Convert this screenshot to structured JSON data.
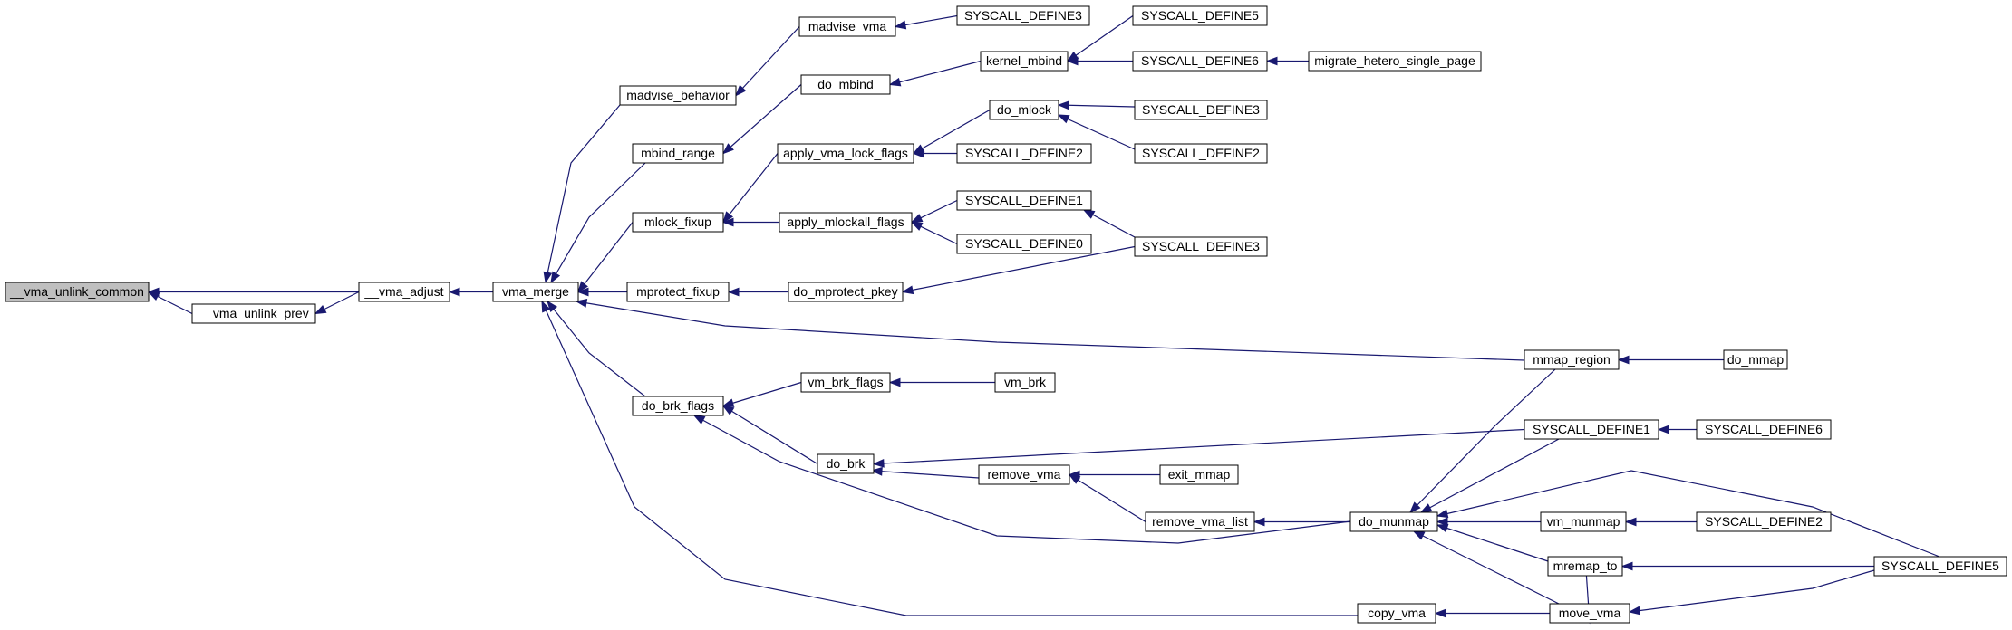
{
  "graph": {
    "colors": {
      "edge": "#191970",
      "node_border": "#000000",
      "root_fill": "#bfbfbf",
      "node_fill": "#ffffff",
      "background": "#ffffff"
    },
    "nodes": {
      "vma_unlink_common": "__vma_unlink_common",
      "vma_adjust": "__vma_adjust",
      "vma_unlink_prev": "__vma_unlink_prev",
      "vma_merge": "vma_merge",
      "madvise_behavior": "madvise_behavior",
      "mbind_range": "mbind_range",
      "mlock_fixup": "mlock_fixup",
      "mprotect_fixup": "mprotect_fixup",
      "do_brk_flags": "do_brk_flags",
      "copy_vma": "copy_vma",
      "madvise_vma": "madvise_vma",
      "do_mbind": "do_mbind",
      "apply_vma_lock_flags": "apply_vma_lock_flags",
      "apply_mlockall_flags": "apply_mlockall_flags",
      "do_mprotect_pkey": "do_mprotect_pkey",
      "vm_brk_flags": "vm_brk_flags",
      "do_brk": "do_brk",
      "sd3_a": "SYSCALL_DEFINE3",
      "kernel_mbind": "kernel_mbind",
      "do_mlock": "do_mlock",
      "sd2_a": "SYSCALL_DEFINE2",
      "sd1_a": "SYSCALL_DEFINE1",
      "sd0": "SYSCALL_DEFINE0",
      "vm_brk": "vm_brk",
      "remove_vma": "remove_vma",
      "sd5_a": "SYSCALL_DEFINE5",
      "sd6_a": "SYSCALL_DEFINE6",
      "sd3_b": "SYSCALL_DEFINE3",
      "sd2_b": "SYSCALL_DEFINE2",
      "sd3_c": "SYSCALL_DEFINE3",
      "exit_mmap": "exit_mmap",
      "remove_vma_list": "remove_vma_list",
      "migrate_hetero_single_page": "migrate_hetero_single_page",
      "do_munmap": "do_munmap",
      "mmap_region": "mmap_region",
      "sd1_b": "SYSCALL_DEFINE1",
      "vm_munmap": "vm_munmap",
      "mremap_to": "mremap_to",
      "move_vma": "move_vma",
      "do_mmap": "do_mmap",
      "sd6_b": "SYSCALL_DEFINE6",
      "sd2_c": "SYSCALL_DEFINE2",
      "sd5_b": "SYSCALL_DEFINE5"
    },
    "edges": [
      [
        "vma_unlink_common",
        "vma_adjust"
      ],
      [
        "vma_unlink_common",
        "vma_unlink_prev"
      ],
      [
        "vma_unlink_prev",
        "vma_adjust"
      ],
      [
        "vma_adjust",
        "vma_merge"
      ],
      [
        "vma_merge",
        "madvise_behavior"
      ],
      [
        "vma_merge",
        "mbind_range"
      ],
      [
        "vma_merge",
        "mlock_fixup"
      ],
      [
        "vma_merge",
        "mprotect_fixup"
      ],
      [
        "vma_merge",
        "mmap_region"
      ],
      [
        "vma_merge",
        "do_brk_flags"
      ],
      [
        "vma_merge",
        "copy_vma"
      ],
      [
        "madvise_behavior",
        "madvise_vma"
      ],
      [
        "madvise_vma",
        "sd3_a"
      ],
      [
        "mbind_range",
        "do_mbind"
      ],
      [
        "do_mbind",
        "kernel_mbind"
      ],
      [
        "kernel_mbind",
        "sd5_a"
      ],
      [
        "kernel_mbind",
        "sd6_a"
      ],
      [
        "sd6_a",
        "migrate_hetero_single_page"
      ],
      [
        "mlock_fixup",
        "apply_vma_lock_flags"
      ],
      [
        "mlock_fixup",
        "apply_mlockall_flags"
      ],
      [
        "apply_vma_lock_flags",
        "do_mlock"
      ],
      [
        "apply_vma_lock_flags",
        "sd2_a"
      ],
      [
        "do_mlock",
        "sd3_b"
      ],
      [
        "do_mlock",
        "sd2_b"
      ],
      [
        "apply_mlockall_flags",
        "sd1_a"
      ],
      [
        "apply_mlockall_flags",
        "sd0"
      ],
      [
        "sd1_a",
        "sd3_c"
      ],
      [
        "mprotect_fixup",
        "do_mprotect_pkey"
      ],
      [
        "do_mprotect_pkey",
        "sd3_c"
      ],
      [
        "do_brk_flags",
        "vm_brk_flags"
      ],
      [
        "do_brk_flags",
        "do_brk"
      ],
      [
        "do_brk_flags",
        "do_munmap"
      ],
      [
        "vm_brk_flags",
        "vm_brk"
      ],
      [
        "do_brk",
        "sd1_b"
      ],
      [
        "do_brk",
        "remove_vma"
      ],
      [
        "remove_vma",
        "exit_mmap"
      ],
      [
        "remove_vma",
        "remove_vma_list"
      ],
      [
        "remove_vma_list",
        "do_munmap"
      ],
      [
        "do_munmap",
        "mmap_region"
      ],
      [
        "do_munmap",
        "sd1_b"
      ],
      [
        "do_munmap",
        "vm_munmap"
      ],
      [
        "do_munmap",
        "mremap_to"
      ],
      [
        "do_munmap",
        "move_vma"
      ],
      [
        "do_munmap",
        "sd5_b"
      ],
      [
        "mmap_region",
        "do_mmap"
      ],
      [
        "sd1_b",
        "sd6_b"
      ],
      [
        "vm_munmap",
        "sd2_c"
      ],
      [
        "copy_vma",
        "move_vma"
      ],
      [
        "move_vma",
        "mremap_to"
      ],
      [
        "move_vma",
        "sd5_b"
      ],
      [
        "mremap_to",
        "sd5_b"
      ]
    ]
  }
}
